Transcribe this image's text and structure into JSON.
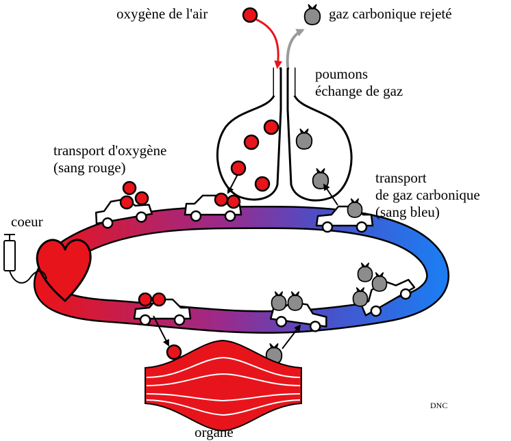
{
  "labels": {
    "oxygen_air": "oxygène de l'air",
    "co2_rejected": "gaz carbonique rejeté",
    "lungs_line1": "poumons",
    "lungs_line2": "échange de gaz",
    "transport_o2_line1": "transport d'oxygène",
    "transport_o2_line2": "(sang rouge)",
    "transport_co2_line1": "transport",
    "transport_co2_line2": "de gaz carbonique",
    "transport_co2_line3": "(sang bleu)",
    "heart": "coeur",
    "organ": "organe",
    "credit": "DNC"
  },
  "colors": {
    "oxygen_red": "#e8141c",
    "arterial_red": "#e8141c",
    "venous_blue": "#1e7bf0",
    "co2_gray": "#8c8c8c",
    "outline": "#000000"
  },
  "icons": [
    "oxygen-molecule-icon",
    "co2-bag-icon",
    "car-icon",
    "heart-icon",
    "lungs-icon",
    "muscle-organ-icon"
  ]
}
